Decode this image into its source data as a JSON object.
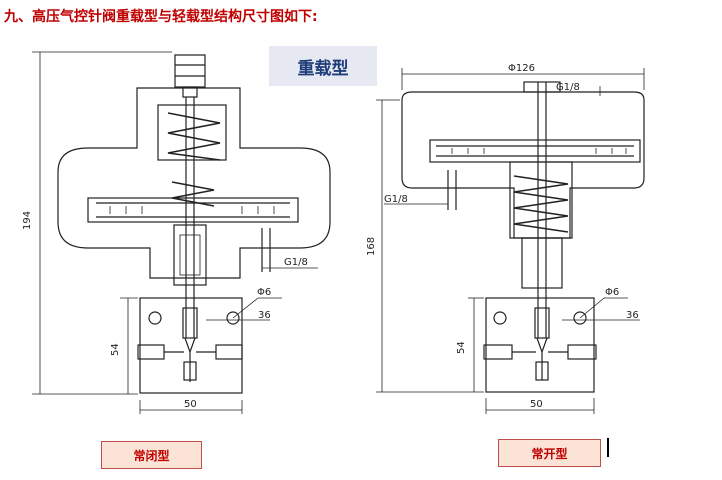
{
  "heading": "九、高压气控针阀重载型与轻载型结构尺寸图如下:",
  "type_badge": "重载型",
  "captions": {
    "left": "常闭型",
    "right": "常开型"
  },
  "left_drawing": {
    "height_dim": "194",
    "port_dim": "G1/8",
    "hole_dim": "Φ6",
    "size_dim": "36",
    "block_height_dim": "54",
    "width_dim": "50"
  },
  "right_drawing": {
    "diameter_dim": "Φ126",
    "top_port_dim": "G1/8",
    "side_port_dim": "G1/8",
    "height_dim": "168",
    "hole_dim": "Φ6",
    "size_dim": "36",
    "block_height_dim": "54",
    "width_dim": "50"
  }
}
